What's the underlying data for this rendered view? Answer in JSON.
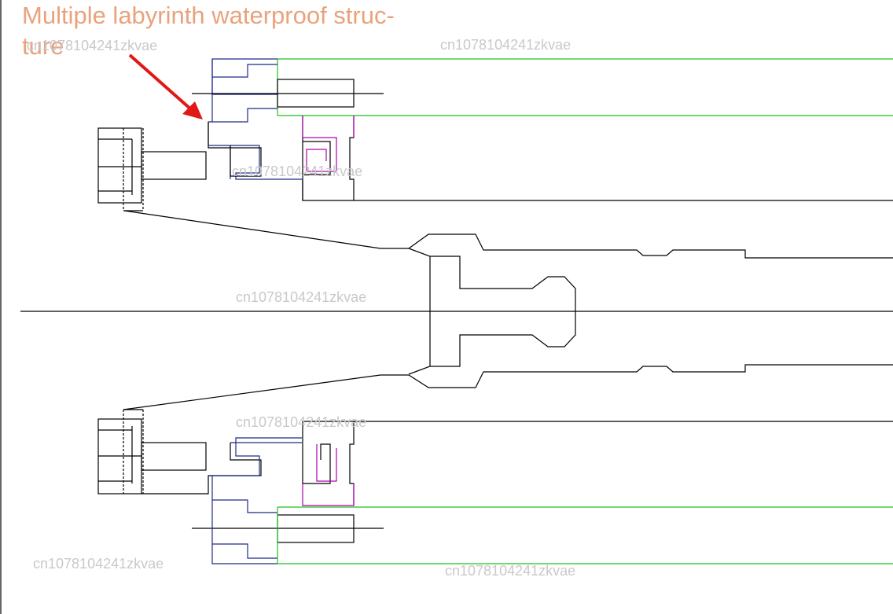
{
  "annotation": {
    "title_line1": "Multiple labyrinth waterproof struc-",
    "title_line2": "ture"
  },
  "watermark_text": "cn1078104241zkvae",
  "colors": {
    "outline": "#000000",
    "seal_blue": "#1f2a8a",
    "seal_magenta": "#b000b5",
    "pipe_green": "#22c022",
    "arrow_red": "#e01818",
    "title": "#e9a27c",
    "watermark": "#c9c9cd"
  }
}
